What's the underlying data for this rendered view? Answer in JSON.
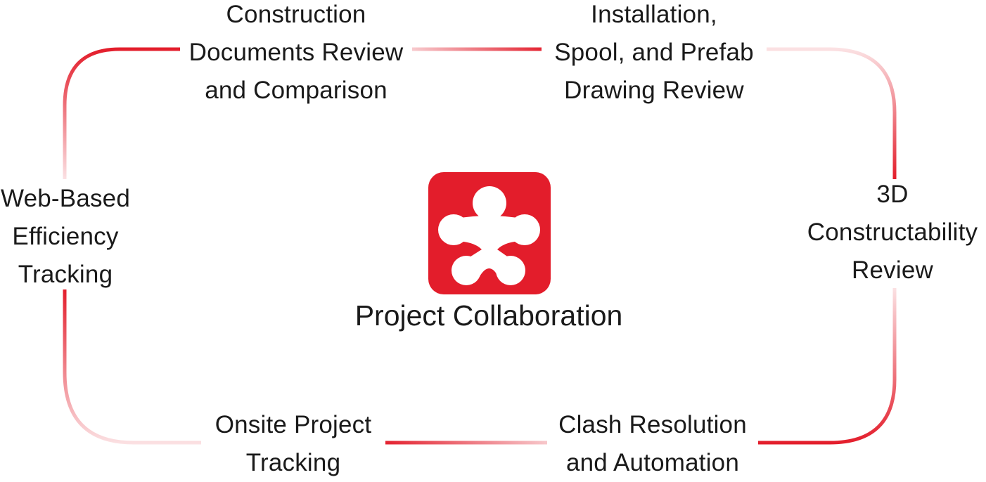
{
  "center": {
    "title": "Project Collaboration",
    "logo_icon": "red-rounded-square-figure-logo"
  },
  "colors": {
    "accent": "#e31d2b",
    "accent_fade": "#f7c6c9",
    "text": "#1a1a1a"
  },
  "nodes": {
    "construction_docs": {
      "lines": [
        "Construction",
        "Documents Review",
        "and Comparison"
      ]
    },
    "installation": {
      "lines": [
        "Installation,",
        "Spool, and Prefab",
        "Drawing Review"
      ]
    },
    "constructability": {
      "lines": [
        "3D",
        "Constructability",
        "Review"
      ]
    },
    "clash": {
      "lines": [
        "Clash Resolution",
        "and Automation"
      ]
    },
    "onsite": {
      "lines": [
        "Onsite Project",
        "Tracking"
      ]
    },
    "web": {
      "lines": [
        "Web-Based",
        "Efficiency",
        "Tracking"
      ]
    }
  }
}
